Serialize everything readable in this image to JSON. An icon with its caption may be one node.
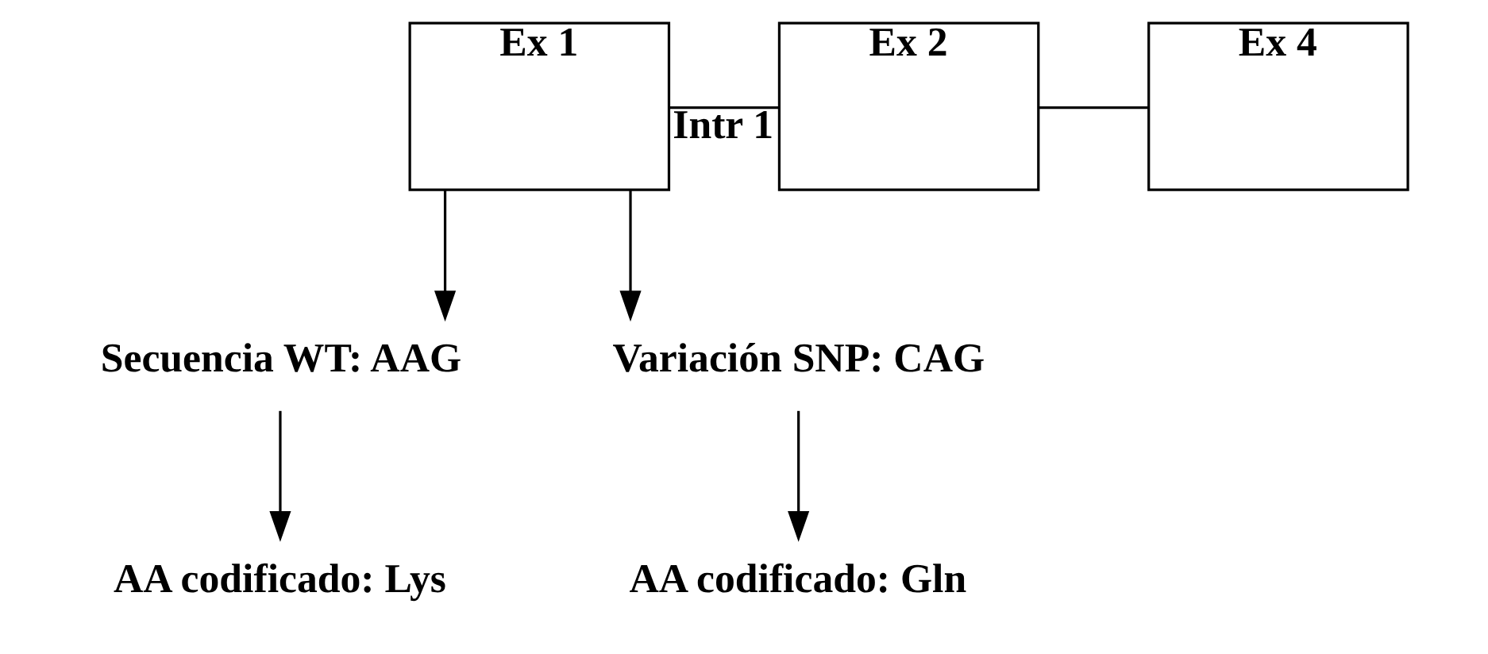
{
  "diagram": {
    "nodes": [
      {
        "text": [
          "Ex 1"
        ]
      },
      {
        "text": [
          "Ex 2"
        ]
      },
      {
        "text": [
          "Ex 4"
        ]
      },
      {
        "text": [
          "Secuencia WT: AAG"
        ]
      },
      {
        "text": [
          "Variación SNP: CAG"
        ]
      },
      {
        "text": [
          "AA codificado: Lys"
        ]
      },
      {
        "text": [
          "AA codificado: Gln"
        ]
      }
    ],
    "edges": [
      {
        "from": 0,
        "to": 1,
        "arrow": "none",
        "label": "Intr 1"
      },
      {
        "from": 1,
        "to": 2,
        "arrow": "none"
      },
      {
        "from": 0,
        "to": 3,
        "arrow": "to"
      },
      {
        "from": 0,
        "to": 4,
        "arrow": "to"
      },
      {
        "from": 3,
        "to": 5,
        "arrow": "to"
      },
      {
        "from": 4,
        "to": 6,
        "arrow": "to"
      }
    ]
  }
}
